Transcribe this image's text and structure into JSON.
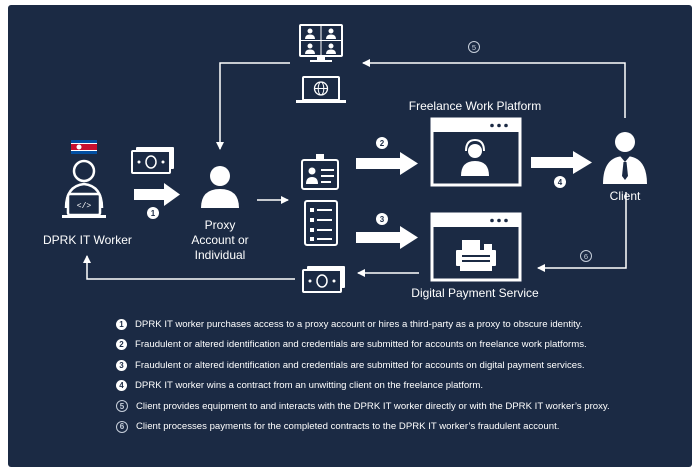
{
  "labels": {
    "dprk_worker": "DPRK IT Worker",
    "proxy": "Proxy\nAccount or\nIndividual",
    "freelance_platform": "Freelance Work Platform",
    "payment_service": "Digital Payment Service",
    "client": "Client"
  },
  "step_badges": [
    "1",
    "2",
    "3",
    "4",
    "5",
    "6"
  ],
  "legend": [
    {
      "num": "1",
      "style": "filled",
      "text": "DPRK IT worker purchases access to a proxy account or hires a third-party as a proxy to obscure identity."
    },
    {
      "num": "2",
      "style": "filled",
      "text": "Fraudulent or altered identification and credentials are submitted for accounts on freelance work platforms."
    },
    {
      "num": "3",
      "style": "filled",
      "text": "Fraudulent or altered identification and credentials are submitted for accounts on digital payment services."
    },
    {
      "num": "4",
      "style": "filled",
      "text": "DPRK IT worker wins a contract from an unwitting client on the freelance platform."
    },
    {
      "num": "5",
      "style": "outline",
      "text": "Client provides equipment to and interacts with the DPRK IT worker directly or with the DPRK IT worker’s proxy."
    },
    {
      "num": "6",
      "style": "outline",
      "text": "Client processes payments for the completed contracts to the DPRK IT worker’s fraudulent account."
    }
  ],
  "colors": {
    "background": "#1b2a44",
    "foreground": "#ffffff",
    "flag_red": "#c8102e",
    "flag_blue": "#024fa2"
  },
  "icons": [
    "flag-icon",
    "laptop-person-icon",
    "cash-icon",
    "person-icon",
    "video-call-icon",
    "globe-laptop-icon",
    "id-card-icon",
    "checklist-icon",
    "headset-agent-icon",
    "cash-register-icon",
    "businessman-icon"
  ]
}
